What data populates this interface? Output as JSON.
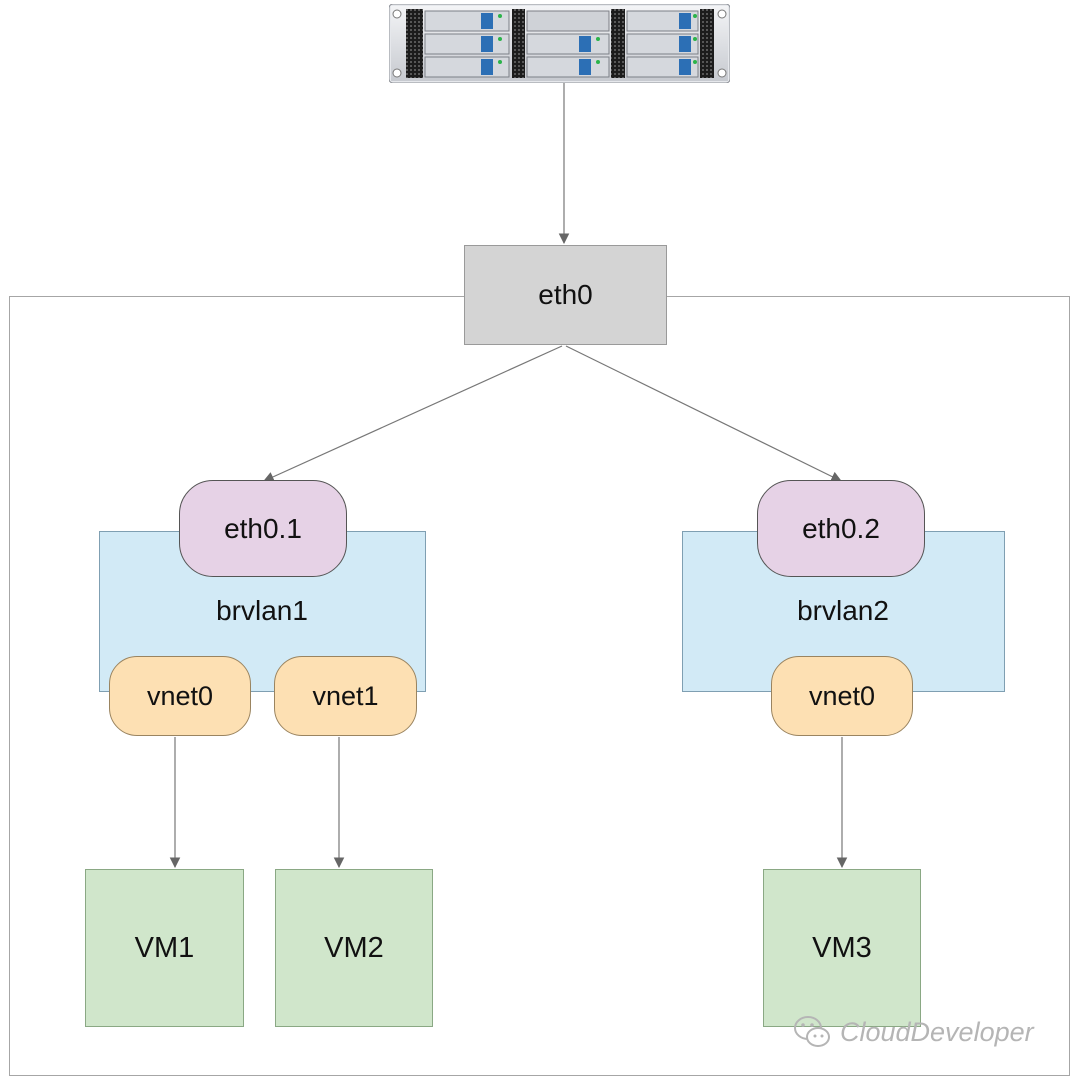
{
  "nodes": {
    "eth0": "eth0",
    "eth0_1": "eth0.1",
    "eth0_2": "eth0.2",
    "brvlan1": "brvlan1",
    "brvlan2": "brvlan2",
    "brvlan1_vnet0": "vnet0",
    "brvlan1_vnet1": "vnet1",
    "brvlan2_vnet0": "vnet0",
    "vm1": "VM1",
    "vm2": "VM2",
    "vm3": "VM3"
  },
  "edges": [
    {
      "from": "server",
      "to": "eth0"
    },
    {
      "from": "eth0",
      "to": "eth0.1"
    },
    {
      "from": "eth0",
      "to": "eth0.2"
    },
    {
      "from": "vnet0",
      "to": "VM1"
    },
    {
      "from": "vnet1",
      "to": "VM2"
    },
    {
      "from": "vnet0",
      "to": "VM3"
    }
  ],
  "icons": {
    "server": "rack-server-icon",
    "watermark": "wechat-icon"
  },
  "watermark": "CloudDeveloper",
  "colors": {
    "eth0_fill": "#d4d4d4",
    "vlan_fill": "#e6d2e6",
    "bridge_fill": "#d2eaf6",
    "vnet_fill": "#fde0b3",
    "vm_fill": "#d0e6cb",
    "edge": "#6e6e6e"
  }
}
